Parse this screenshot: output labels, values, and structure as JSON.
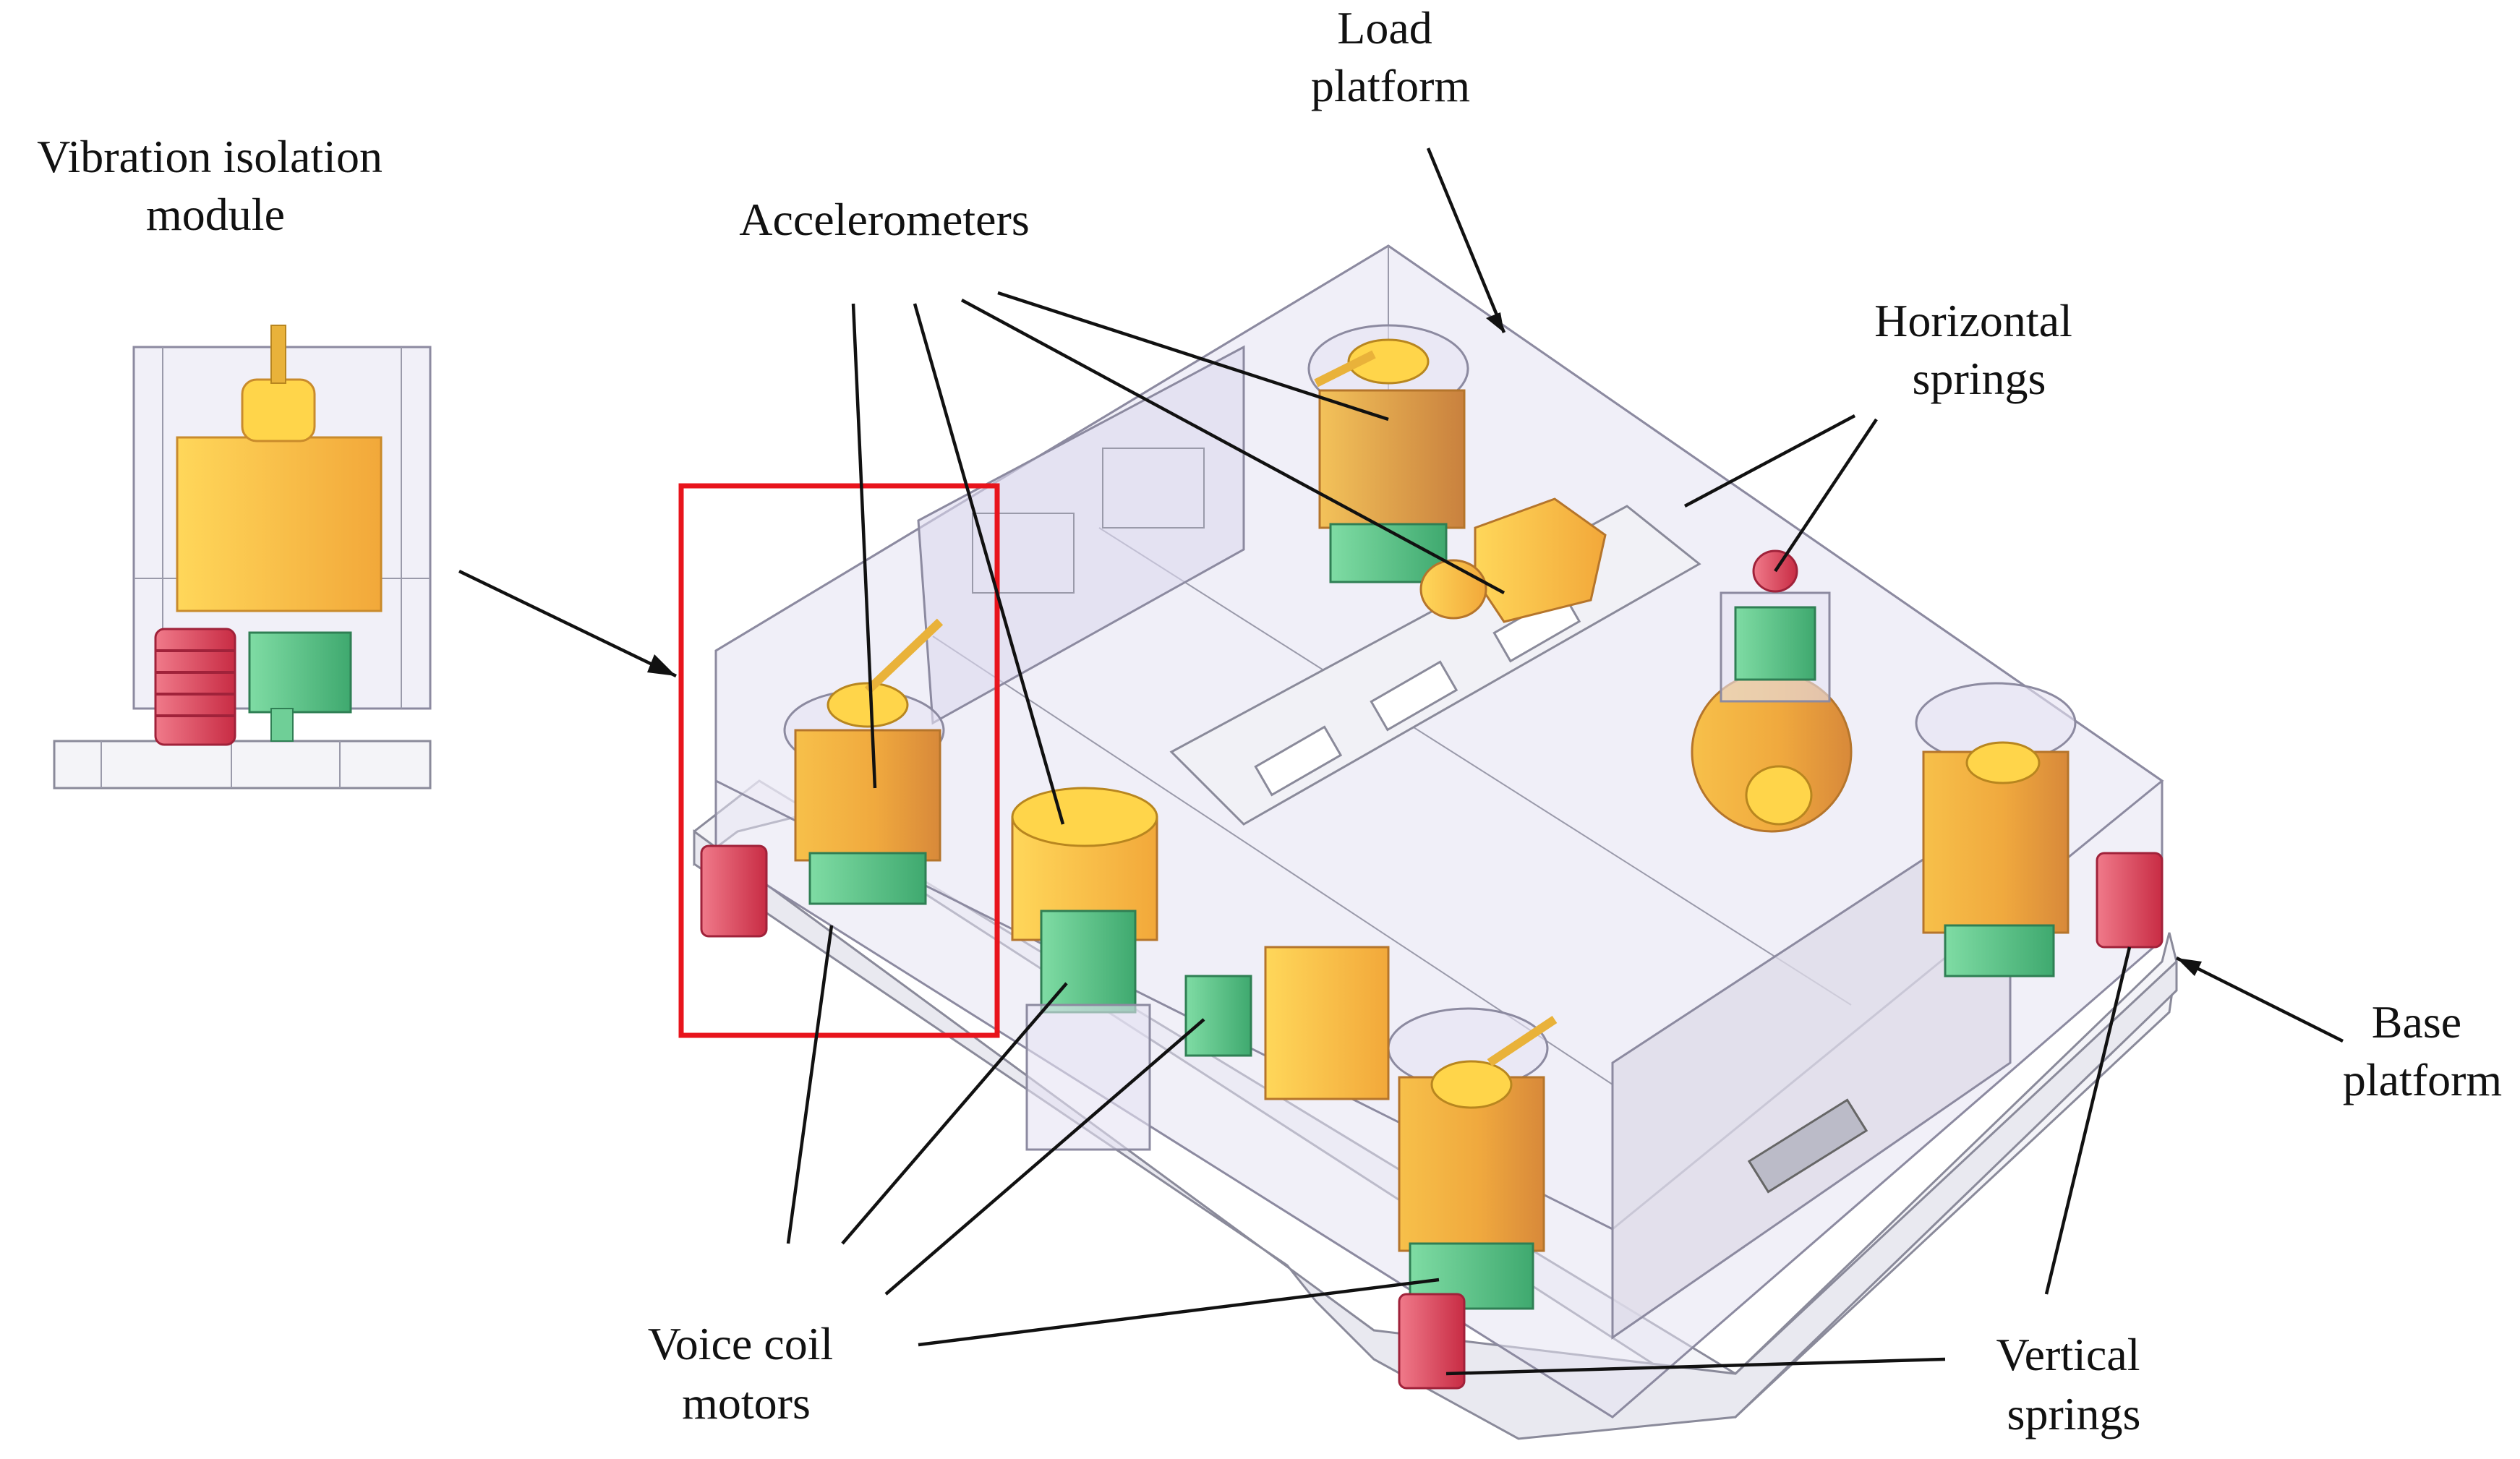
{
  "labels": {
    "vibration_isolation_module": [
      "Vibration isolation",
      "module"
    ],
    "load_platform": [
      "Load",
      "platform"
    ],
    "accelerometers": [
      "Accelerometers"
    ],
    "horizontal_springs": [
      "Horizontal",
      "springs"
    ],
    "base_platform": [
      "Base",
      "platform"
    ],
    "voice_coil_motors": [
      "Voice coil",
      "motors"
    ],
    "vertical_springs": [
      "Vertical",
      "springs"
    ]
  },
  "colors": {
    "highlight_box": "#e8141c",
    "accelerometer_body": "#f2b23a",
    "accelerometer_top": "#ffd54a",
    "motor_green": "#6fcf97",
    "spring_red": "#e3455a",
    "glass": "#e6e3f3",
    "outline": "#8a8a9a"
  }
}
